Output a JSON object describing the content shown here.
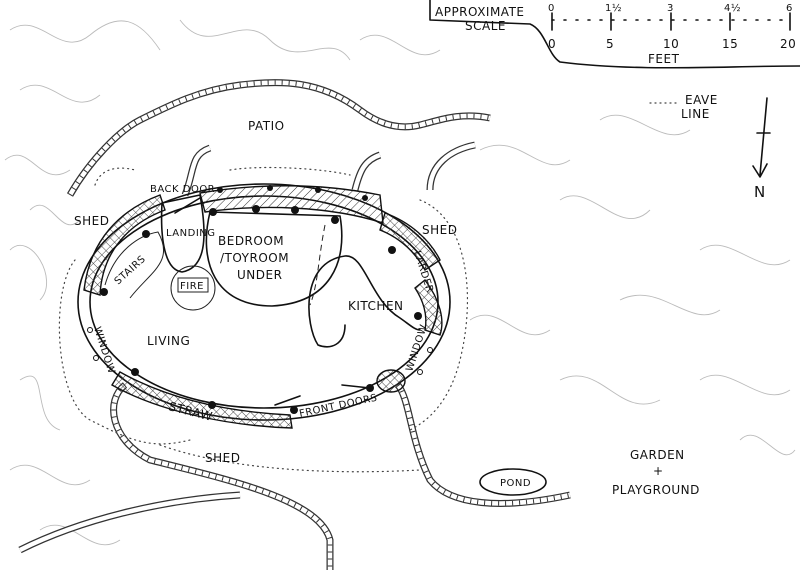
{
  "scale": {
    "title_line1": "APPROXIMATE",
    "title_line2": "SCALE",
    "metres_ticks": [
      "0",
      "1½",
      "3",
      "4½",
      "6"
    ],
    "feet_ticks": [
      "0",
      "5",
      "10",
      "15",
      "20"
    ],
    "feet_label": "FEET"
  },
  "legend": {
    "eave_line_1": "EAVE",
    "eave_line_2": "LINE"
  },
  "compass": {
    "north": "N"
  },
  "rooms": {
    "patio": "PATIO",
    "back_door": "BACK DOOR",
    "shed_left": "SHED",
    "shed_right": "SHED",
    "shed_bottom": "SHED",
    "landing": "LANDING",
    "bedroom_1": "BEDROOM",
    "bedroom_2": "/TOYROOM",
    "bedroom_3": "UNDER",
    "stairs": "STAIRS",
    "fire": "FIRE",
    "kitchen": "KITCHEN",
    "larder": "LARDER",
    "living": "LIVING",
    "window_left": "WINDOW",
    "window_right": "WINDOW",
    "straw": "STRAW",
    "front_doors": "FRONT DOORS",
    "pond": "POND",
    "garden_1": "GARDEN",
    "garden_2": "+",
    "garden_3": "PLAYGROUND"
  },
  "colors": {
    "ink": "#111111",
    "paper": "#ffffff",
    "scribble": "#bbbbbb"
  }
}
